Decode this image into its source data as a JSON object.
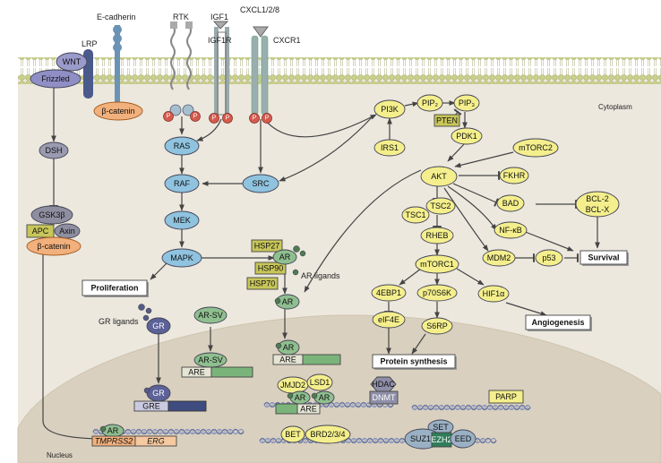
{
  "labels": {
    "ecadherin": "E-cadherin",
    "rtk": "RTK",
    "igf1": "IGF1",
    "igf1r": "IGF1R",
    "cxcl": "CXCL1/2/8",
    "cxcr1": "CXCR1",
    "lrp": "LRP",
    "cytoplasm": "Cytoplasm",
    "nucleus": "Nucleus",
    "ar_ligands": "AR ligands",
    "gr_ligands": "GR ligands",
    "p": "P"
  },
  "nodes": {
    "wnt": "WNT",
    "frizzled": "Frizzled",
    "bcatenin_mem": "β-catenin",
    "dsh": "DSH",
    "gsk3b": "GSK3β",
    "apc": "APC",
    "axin": "Axin",
    "bcatenin": "β-catenin",
    "ras": "RAS",
    "raf": "RAF",
    "mek": "MEK",
    "mapk": "MAPK",
    "src": "SRC",
    "pi3k": "PI3K",
    "pip2": "PIP₂",
    "pip3": "PIP₃",
    "pten": "PTEN",
    "irs1": "IRS1",
    "pdk1": "PDK1",
    "mtorc2": "mTORC2",
    "akt": "AKT",
    "fkhr": "FKHR",
    "bad": "BAD",
    "bcl2": "BCL-2",
    "bclx": "BCL-X",
    "tsc2": "TSC2",
    "tsc1": "TSC1",
    "rheb": "RHEB",
    "nfkb": "NF-κB",
    "mtorc1": "mTORC1",
    "mdm2": "MDM2",
    "p53": "p53",
    "ebp1": "4EBP1",
    "p70s6k": "p70S6K",
    "hif1a": "HIF1α",
    "eif4e": "eIF4E",
    "s6rp": "S6RP",
    "hsp27": "HSP27",
    "hsp90": "HSP90",
    "hsp70": "HSP70",
    "ar": "AR",
    "arsv": "AR-SV",
    "gr": "GR",
    "are": "ARE",
    "gre": "GRE",
    "jmjd2": "JMJD2",
    "lsd1": "LSD1",
    "hdac": "HDAC",
    "dnmt": "DNMT",
    "parp": "PARP",
    "bet": "BET",
    "brd": "BRD2/3/4",
    "set": "SET",
    "suz12": "SUZ12",
    "ezh2": "EZH2",
    "eed": "EED",
    "tmprss2": "TMPRSS2",
    "erg": "ERG"
  },
  "outcomes": {
    "proliferation": "Proliferation",
    "protein_synthesis": "Protein synthesis",
    "angiogenesis": "Angiogenesis",
    "survival": "Survival"
  },
  "colors": {
    "membrane": "#c9d08a",
    "cytoplasm": "#ece8de",
    "nucleus": "#d9d0bf",
    "blue_node": "#8fc3df",
    "yellow_node": "#f4ef8c",
    "olive_box": "#c8c65a",
    "green_node": "#8fbf8f",
    "navy_node": "#5c6297",
    "orange": "#f2b07c",
    "p_red": "#d65a4c"
  }
}
